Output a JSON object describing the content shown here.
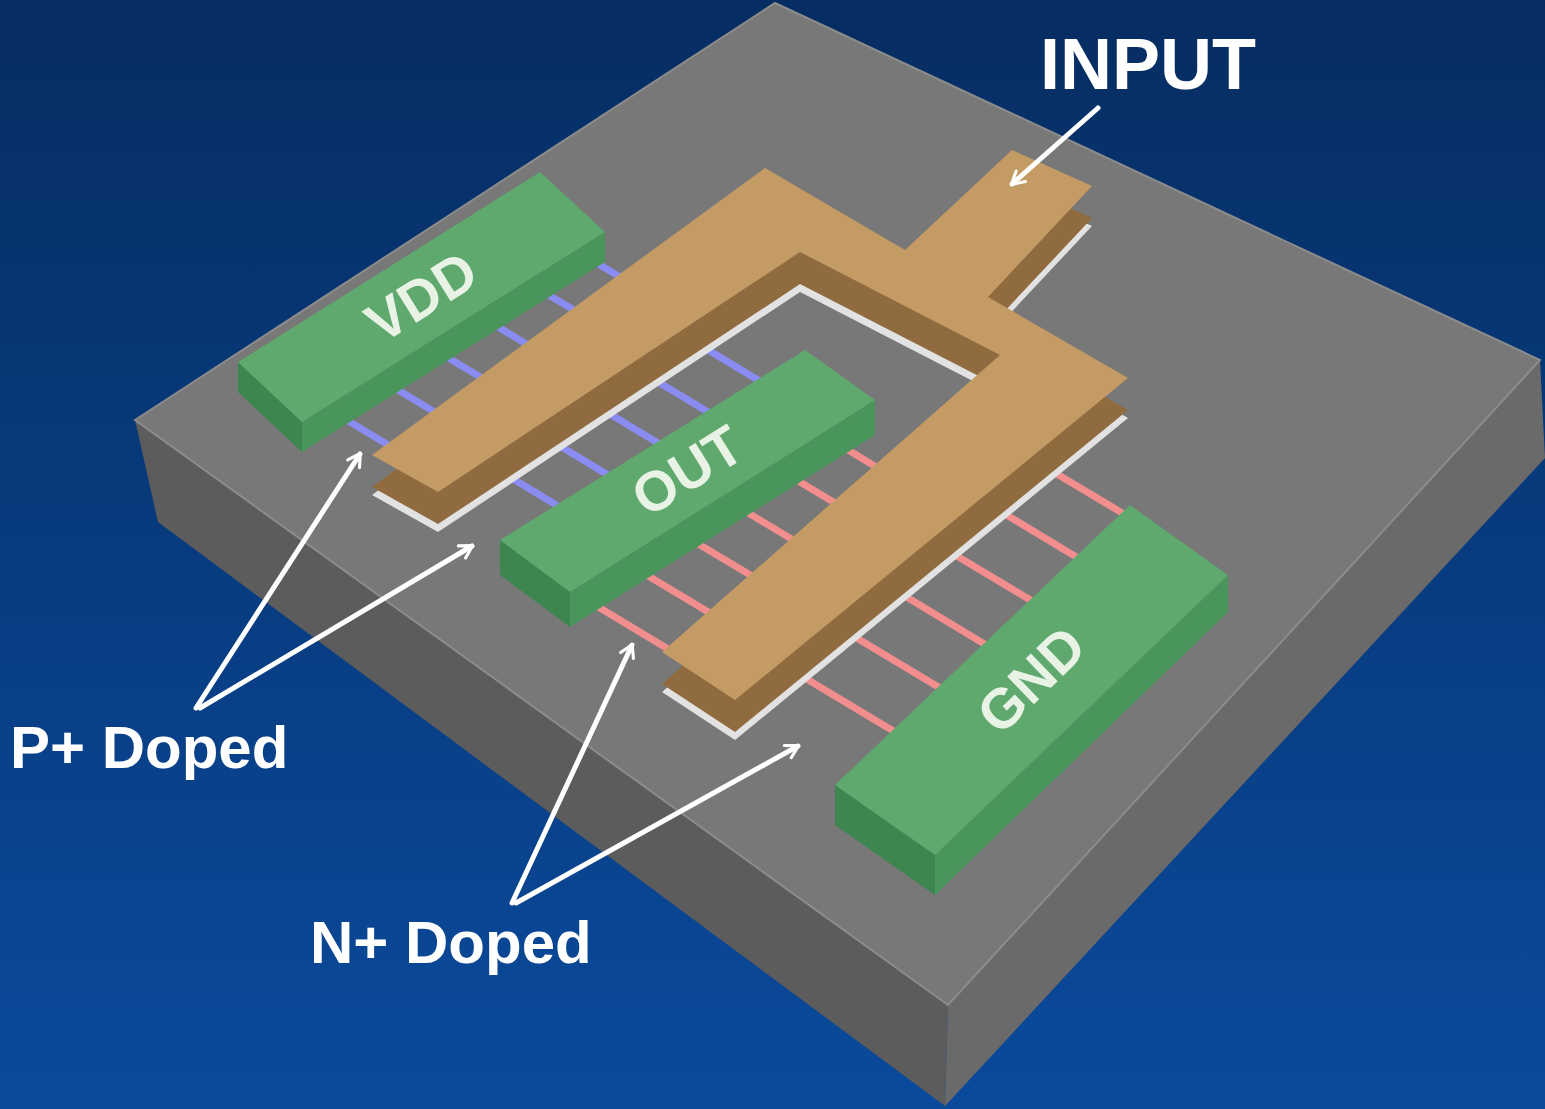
{
  "diagram": {
    "nodes": [
      {
        "text": [
          "VDD"
        ]
      },
      {
        "text": [
          "OUT"
        ]
      },
      {
        "text": [
          "GND"
        ]
      }
    ],
    "labels": [
      "INPUT",
      "P+ Doped",
      "N+ Doped"
    ]
  }
}
